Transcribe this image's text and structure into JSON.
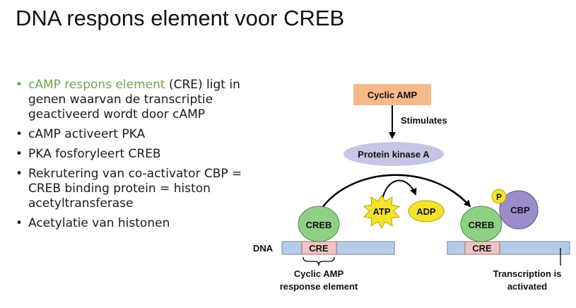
{
  "title": "DNA respons element voor CREB",
  "bullets": [
    {
      "highlight": "cAMP respons element",
      "text": " (CRE) ligt in genen waarvan de transcriptie geactiveerd wordt door cAMP"
    },
    {
      "text": "cAMP activeert PKA"
    },
    {
      "text": "PKA fosforyleert CREB"
    },
    {
      "text": "Rekrutering van co-activator CBP = CREB binding protein = histon acetyltransferase"
    },
    {
      "text": "Acetylatie van histonen"
    }
  ],
  "bullet_symbol": "•",
  "diagram": {
    "cyclic_amp": "Cyclic AMP",
    "stimulates": "Stimulates",
    "protein_kinase_a": "Protein kinase A",
    "creb_left": "CREB",
    "creb_right": "CREB",
    "atp": "ATP",
    "adp": "ADP",
    "p": "P",
    "cbp": "CBP",
    "dna": "DNA",
    "cre_left": "CRE",
    "cre_right": "CRE",
    "cre_caption_line1": "Cyclic AMP",
    "cre_caption_line2": "response element",
    "activated_line1": "Transcription is",
    "activated_line2": "activated"
  },
  "colors": {
    "highlight_text": "#6aa84f",
    "cyclic_amp_box": "#f6b98a",
    "protein_kinase_a": "#c5c6e6",
    "creb": "#8fcf86",
    "atp_adp": "#f3e32a",
    "cbp": "#9b8ccb",
    "dna_strand": "#b7cce8",
    "cre_box": "#f1c4c4"
  }
}
